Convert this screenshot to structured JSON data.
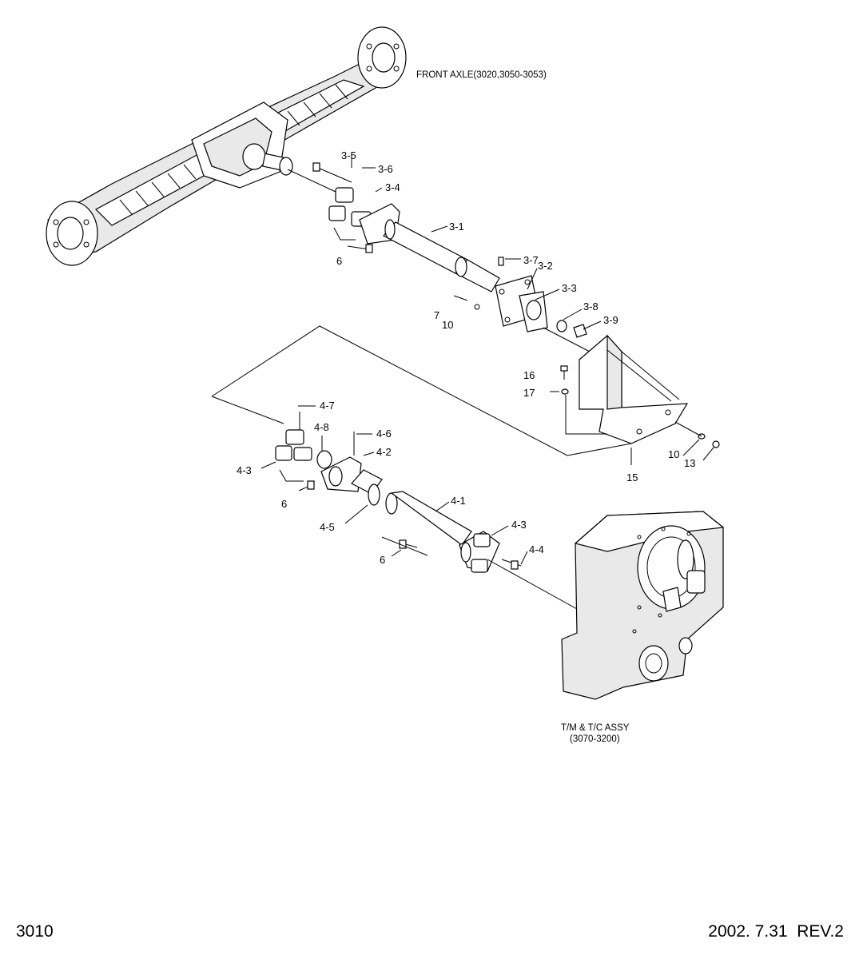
{
  "diagram": {
    "assemblies": {
      "front_axle": "FRONT AXLE(3020,3050-3053)",
      "transmission_line1": "T/M & T/C ASSY",
      "transmission_line2": "(3070-3200)"
    },
    "callouts": {
      "c3_5": "3-5",
      "c3_6": "3-6",
      "c3_4": "3-4",
      "c3_1": "3-1",
      "c6_top": "6",
      "c3_7": "3-7",
      "c3_2": "3-2",
      "c3_3": "3-3",
      "c7": "7",
      "c10_top": "10",
      "c3_8": "3-8",
      "c3_9": "3-9",
      "c16": "16",
      "c17": "17",
      "c4_7": "4-7",
      "c4_8": "4-8",
      "c4_6": "4-6",
      "c4_2": "4-2",
      "c4_3_left": "4-3",
      "c6_mid": "6",
      "c4_5": "4-5",
      "c4_1": "4-1",
      "c4_3_right": "4-3",
      "c4_4": "4-4",
      "c6_bottom": "6",
      "c10_right": "10",
      "c13": "13",
      "c15": "15"
    }
  },
  "footer": {
    "page_number": "3010",
    "revision": "2002. 7.31  REV.2"
  }
}
